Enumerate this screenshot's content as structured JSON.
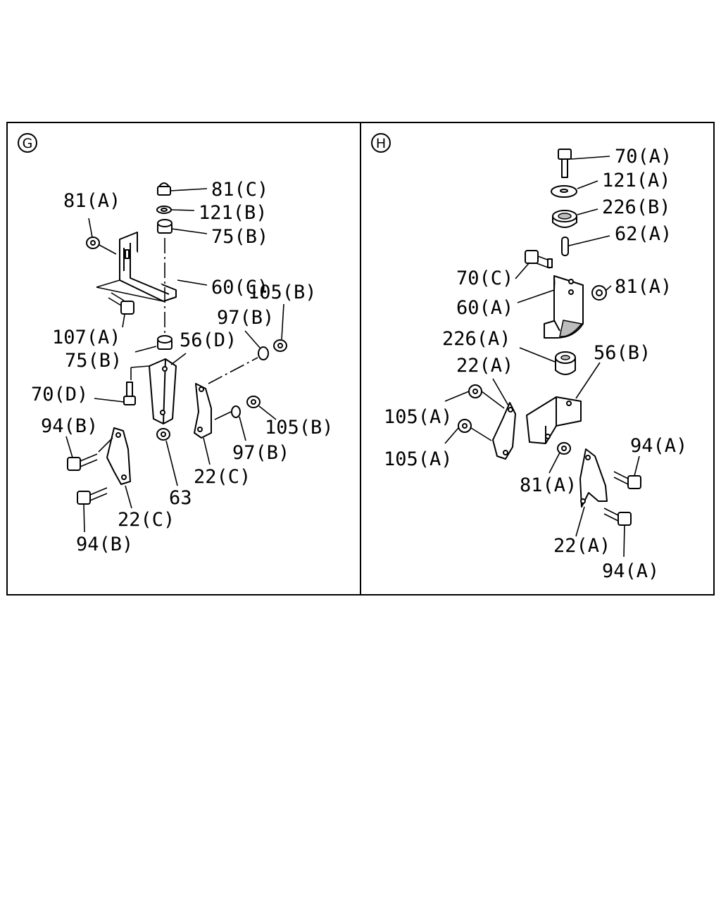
{
  "panels": [
    {
      "id": "G",
      "labels": [
        "81(A)",
        "81(C)",
        "121(B)",
        "75(B)",
        "60(C)",
        "105(B)",
        "97(B)",
        "107(A)",
        "75(B)",
        "56(D)",
        "70(D)",
        "94(B)",
        "105(B)",
        "97(B)",
        "22(C)",
        "63",
        "22(C)",
        "94(B)"
      ]
    },
    {
      "id": "H",
      "labels": [
        "70(A)",
        "121(A)",
        "226(B)",
        "62(A)",
        "70(C)",
        "81(A)",
        "60(A)",
        "226(A)",
        "22(A)",
        "56(B)",
        "105(A)",
        "105(A)",
        "94(A)",
        "81(A)",
        "22(A)",
        "94(A)"
      ]
    }
  ]
}
